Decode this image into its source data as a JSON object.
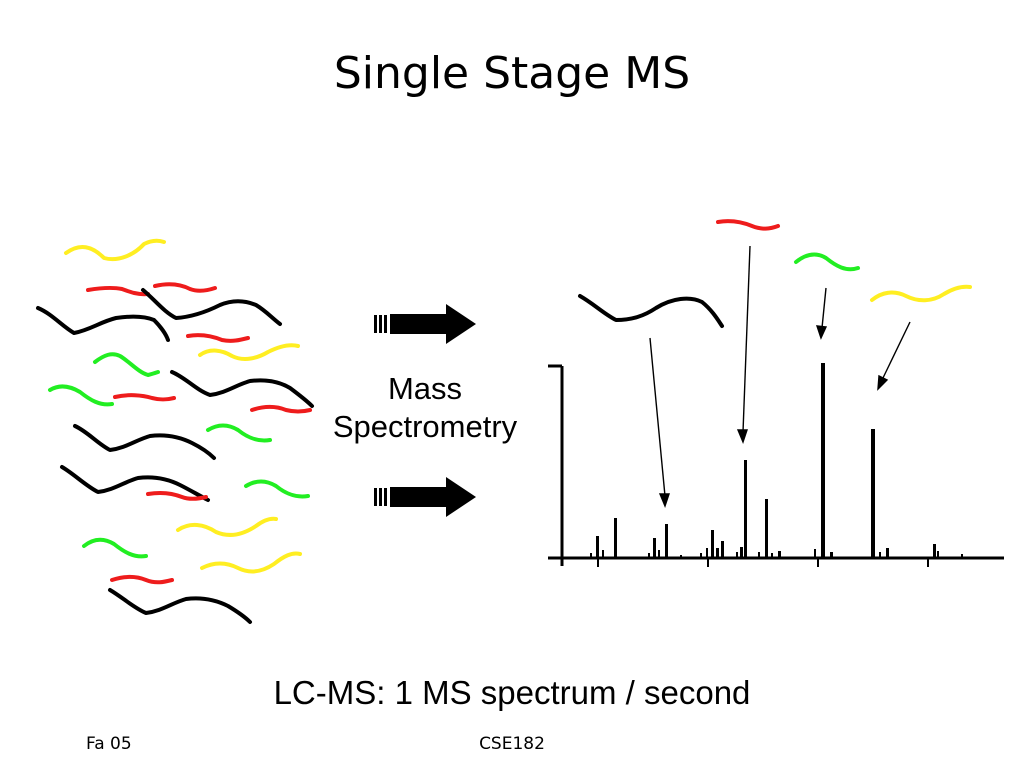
{
  "title": "Single Stage MS",
  "process_label": {
    "line1": "Mass",
    "line2": "Spectrometry"
  },
  "caption": "LC-MS: 1 MS spectrum / second",
  "footer": {
    "left": "Fa 05",
    "center": "CSE182"
  },
  "colors": {
    "red": "#ee1c1c",
    "green": "#22ee22",
    "yellow": "#ffee22",
    "black": "#000000"
  },
  "icons": {
    "arrow": "right-arrow-icon",
    "peptide": "peptide-squiggle-icon"
  }
}
